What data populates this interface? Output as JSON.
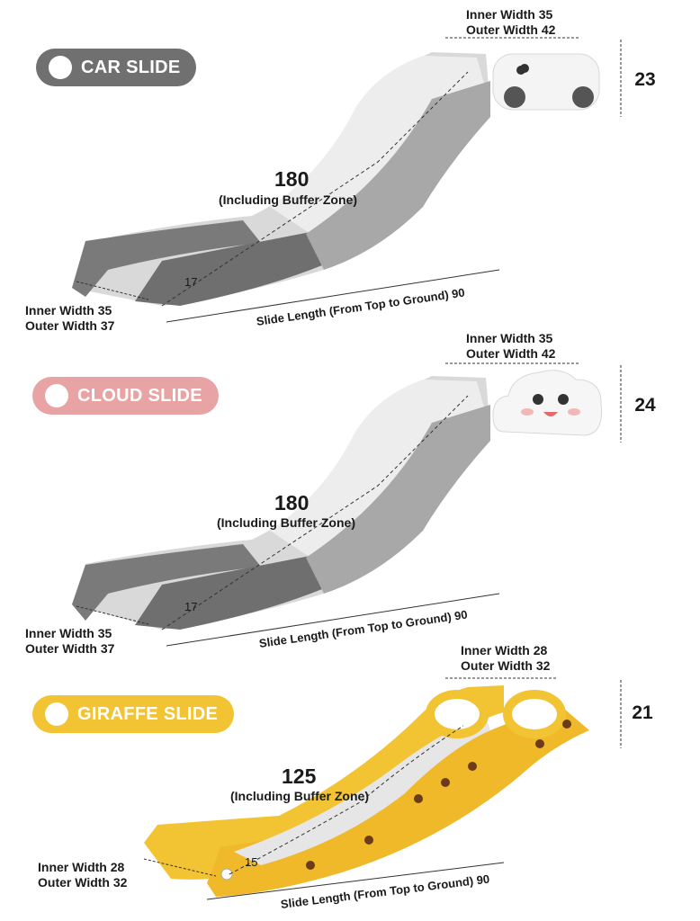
{
  "slides": [
    {
      "name": "CAR SLIDE",
      "badge_color": "#707070",
      "top_inner_width": "Inner Width 35",
      "top_outer_width": "Outer Width 42",
      "height": "23",
      "length": "180",
      "length_note": "(Including Buffer Zone)",
      "side_value": "17",
      "bottom_inner_width": "Inner Width 35",
      "bottom_outer_width": "Outer Width 37",
      "ground_length": "Slide Length (From Top to Ground) 90",
      "body_color": "#8a8a8a",
      "top_icon": "car-icon"
    },
    {
      "name": "CLOUD SLIDE",
      "badge_color": "#e8a4a4",
      "top_inner_width": "Inner Width 35",
      "top_outer_width": "Outer Width 42",
      "height": "24",
      "length": "180",
      "length_note": "(Including Buffer Zone)",
      "side_value": "17",
      "bottom_inner_width": "Inner Width 35",
      "bottom_outer_width": "Outer Width 37",
      "ground_length": "Slide Length (From Top to Ground) 90",
      "body_color": "#8a8a8a",
      "top_icon": "cloud-face-icon"
    },
    {
      "name": "GIRAFFE SLIDE",
      "badge_color": "#f2c433",
      "top_inner_width": "Inner Width 28",
      "top_outer_width": "Outer Width 32",
      "height": "21",
      "length": "125",
      "length_note": "(Including Buffer Zone)",
      "side_value": "15",
      "bottom_inner_width": "Inner Width 28",
      "bottom_outer_width": "Outer Width 32",
      "ground_length": "Slide Length (From Top to Ground) 90",
      "body_color": "#f2c433",
      "top_icon": "giraffe-handle-icon"
    }
  ]
}
